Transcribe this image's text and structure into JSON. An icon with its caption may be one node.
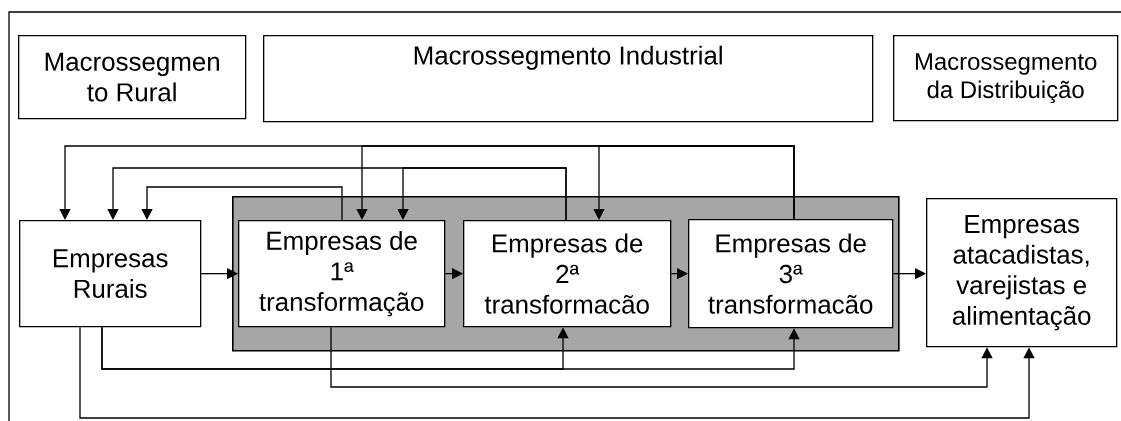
{
  "diagram": {
    "nodes": [
      {
        "text": [
          "Macrossegmen to Rural"
        ]
      },
      {
        "text": [
          "Macrossegmento Industrial"
        ]
      },
      {
        "text": [
          "Macrossegmento da Distribuição"
        ]
      },
      {
        "text": [],
        "shape": "box"
      },
      {
        "text": [
          "Empresas Rurais"
        ]
      },
      {
        "text": [
          "Empresas de 1ª transformação"
        ],
        "in": 3
      },
      {
        "text": [
          "Empresas de 2ª transformacão"
        ],
        "in": 3
      },
      {
        "text": [
          "Empresas de 3ª transformacão"
        ],
        "in": 3
      },
      {
        "text": [
          "Empresas atacadistas, varejistas e alimentação"
        ]
      }
    ],
    "edges": [
      {
        "from": 4,
        "to": 5,
        "arrow": "to"
      },
      {
        "from": 5,
        "to": 6,
        "arrow": "to"
      },
      {
        "from": 6,
        "to": 7,
        "arrow": "to"
      },
      {
        "from": 7,
        "to": 8,
        "arrow": "to"
      },
      {
        "from": 7,
        "to": 4,
        "arrow": "to"
      },
      {
        "from": 7,
        "to": 5,
        "arrow": "to"
      },
      {
        "from": 7,
        "to": 6,
        "arrow": "to"
      },
      {
        "from": 6,
        "to": 4,
        "arrow": "to"
      },
      {
        "from": 6,
        "to": 5,
        "arrow": "to"
      },
      {
        "from": 5,
        "to": 4,
        "arrow": "to"
      },
      {
        "from": 4,
        "to": 6,
        "arrow": "to"
      },
      {
        "from": 4,
        "to": 7,
        "arrow": "to"
      },
      {
        "from": 5,
        "to": 8,
        "arrow": "to"
      },
      {
        "from": 4,
        "to": 8,
        "arrow": "to"
      }
    ]
  }
}
